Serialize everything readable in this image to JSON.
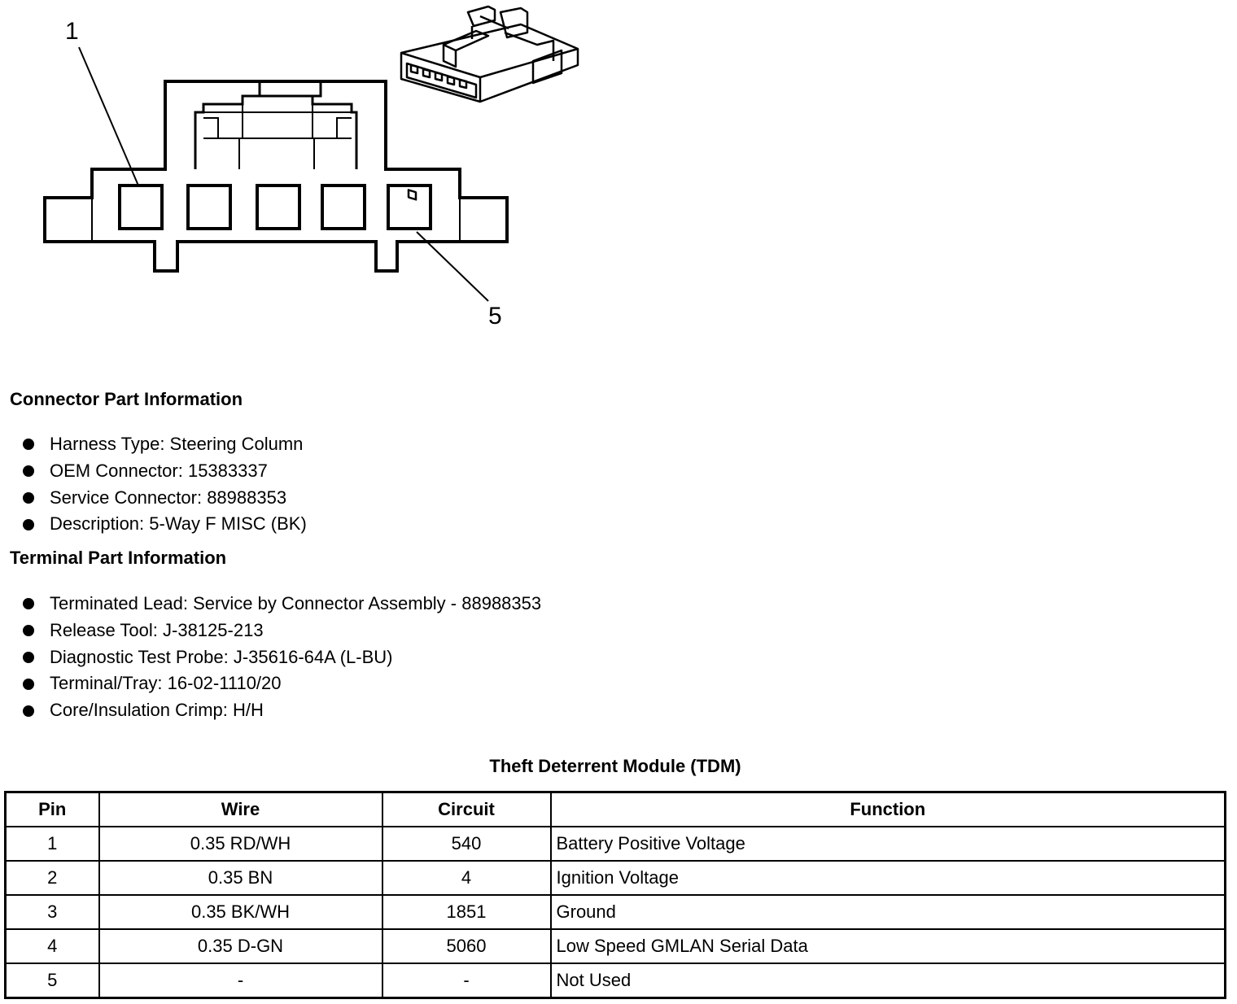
{
  "diagram": {
    "callouts": [
      "1",
      "5"
    ]
  },
  "connector_info": {
    "heading": "Connector Part Information",
    "items": [
      "Harness Type: Steering Column",
      "OEM Connector: 15383337",
      "Service Connector: 88988353",
      "Description: 5-Way F MISC (BK)"
    ]
  },
  "terminal_info": {
    "heading": "Terminal Part Information",
    "items": [
      "Terminated Lead: Service by Connector Assembly - 88988353",
      "Release Tool: J-38125-213",
      "Diagnostic Test Probe: J-35616-64A (L-BU)",
      "Terminal/Tray: 16-02-1110/20",
      "Core/Insulation Crimp: H/H"
    ]
  },
  "table": {
    "title": "Theft Deterrent Module (TDM)",
    "headers": [
      "Pin",
      "Wire",
      "Circuit",
      "Function"
    ],
    "rows": [
      [
        "1",
        "0.35 RD/WH",
        "540",
        "Battery Positive Voltage"
      ],
      [
        "2",
        "0.35 BN",
        "4",
        "Ignition Voltage"
      ],
      [
        "3",
        "0.35 BK/WH",
        "1851",
        "Ground"
      ],
      [
        "4",
        "0.35 D-GN",
        "5060",
        "Low Speed GMLAN Serial Data"
      ],
      [
        "5",
        "-",
        "-",
        "Not Used"
      ]
    ]
  }
}
